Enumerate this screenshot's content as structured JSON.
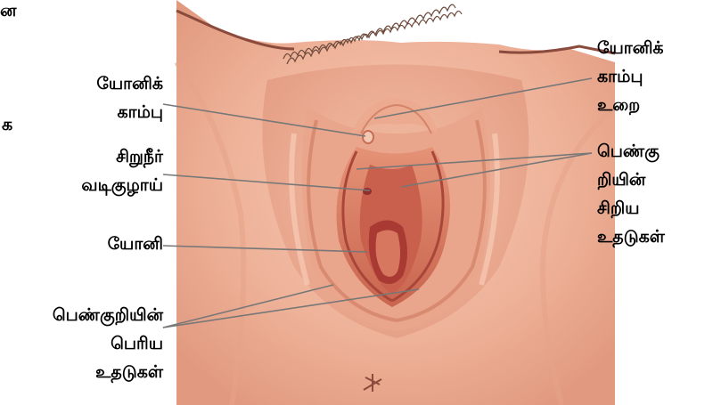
{
  "labels": {
    "clitoris": [
      "யோனிக்",
      "காம்பு"
    ],
    "clitoral_hood": [
      "யோனிக்",
      "காம்பு",
      "உறை"
    ],
    "urethra": [
      "சிறுநீர்",
      "வடிகுழாய்"
    ],
    "labia_minora": [
      "பெண்கு",
      "றியின்",
      "சிறிய",
      "உதடுகள்"
    ],
    "vagina": [
      "யோனி"
    ],
    "labia_majora": [
      "பெண்குறியின்",
      "பெரிய",
      "உதடுகள்"
    ],
    "cutoff_top": "ன",
    "cutoff_mid": "க"
  },
  "colors": {
    "skin_outer": "#e9a58a",
    "skin_mid": "#f1b89f",
    "skin_light": "#f7cdb8",
    "labia_major": "#e08f76",
    "labia_minor": "#d8775f",
    "inner_dark": "#c25545",
    "deep_red": "#a83a33",
    "hair": "#6d4a3c",
    "leader_line": "#777777"
  }
}
